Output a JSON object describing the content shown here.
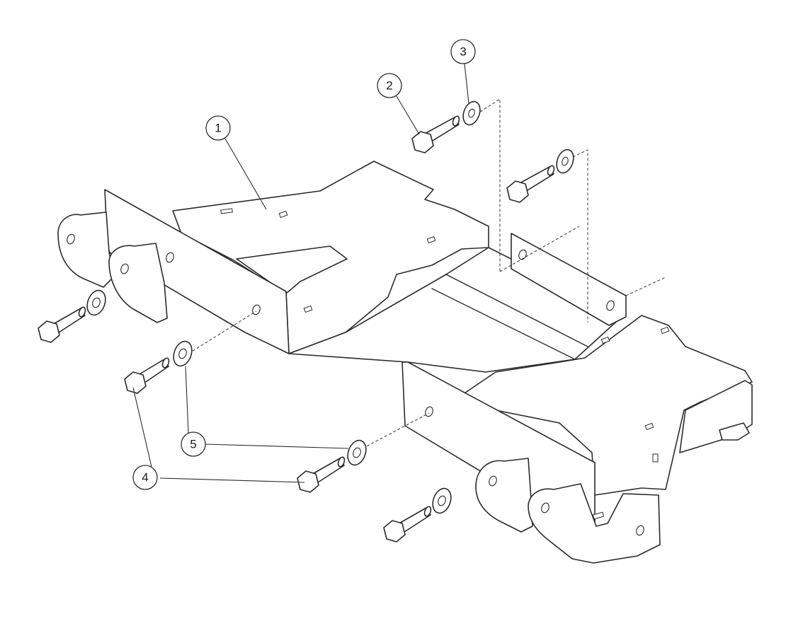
{
  "diagram": {
    "colors": {
      "line": "#2b2b2b",
      "background": "#ffffff"
    },
    "balloons": [
      {
        "id": "b1",
        "label": "1",
        "part": "mount frame"
      },
      {
        "id": "b2",
        "label": "2",
        "part": "bolt"
      },
      {
        "id": "b3",
        "label": "3",
        "part": "washer"
      },
      {
        "id": "b4",
        "label": "4",
        "part": "bolt"
      },
      {
        "id": "b5",
        "label": "5",
        "part": "washer"
      }
    ]
  }
}
